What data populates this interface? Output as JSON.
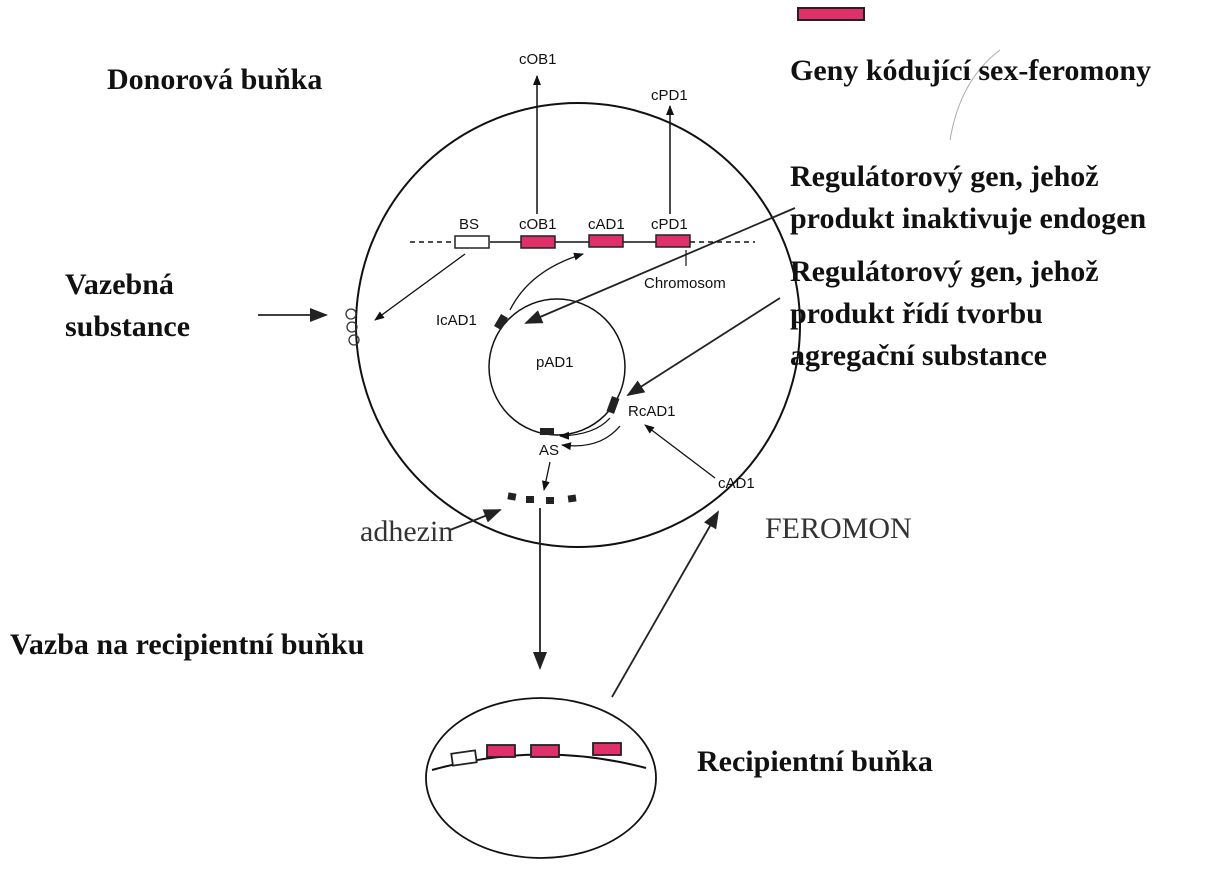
{
  "labels": {
    "donor_cell": "Donorová buňka",
    "binding_substance_line1": "Vazebná",
    "binding_substance_line2": "substance",
    "genes_legend": "Geny kódující sex-feromony",
    "reg_gene_1_line1": "Regulátorový gen, jehož",
    "reg_gene_1_line2": "produkt inaktivuje endogen",
    "reg_gene_2_line1": "Regulátorový gen, jehož",
    "reg_gene_2_line2": "produkt řídí tvorbu",
    "reg_gene_2_line3": "agregační substance",
    "adhesin": "adhezin",
    "pheromone": "FEROMON",
    "binding_to_recipient": "Vazba na recipientní buňku",
    "recipient_cell": "Recipientní buňka"
  },
  "diagram": {
    "chromosome_genes": [
      "BS",
      "cOB1",
      "cAD1",
      "cPD1"
    ],
    "secreted_top": [
      "cOB1",
      "cPD1"
    ],
    "chromosome": "Chromosom",
    "plasmid": "pAD1",
    "plasmid_genes": [
      "IcAD1",
      "RcAD1",
      "AS"
    ],
    "pheromone_signal": "cAD1"
  },
  "colors": {
    "gene_fill": "#e0306a",
    "gene_border": "#222222",
    "line": "#111111"
  }
}
